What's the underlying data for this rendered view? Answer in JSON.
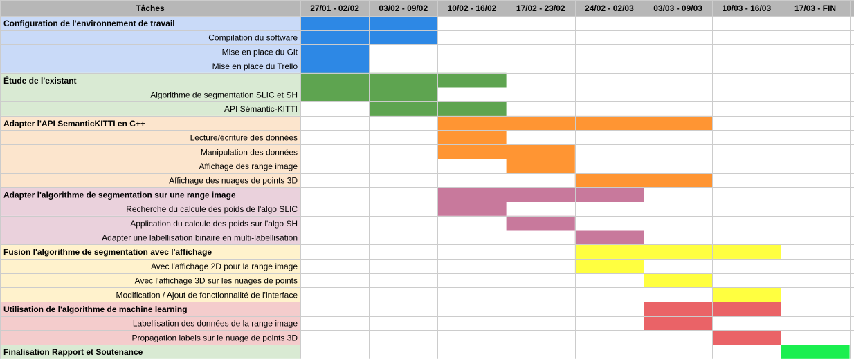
{
  "chart_data": {
    "type": "gantt",
    "task_column_header": "Tâches",
    "periods": [
      "27/01 - 02/02",
      "03/02 - 09/02",
      "10/02 - 16/02",
      "17/02 - 23/02",
      "24/02 - 02/03",
      "03/03 - 09/03",
      "10/03 - 16/03",
      "17/03 - FIN"
    ],
    "groups": [
      {
        "name": "Configuration de l'environnement de travail",
        "row_color": "#c9daf8",
        "bar_color": "#2d88e5",
        "span": [
          0,
          1
        ],
        "tasks": [
          {
            "name": "Compilation du software",
            "span": [
              0,
              1
            ]
          },
          {
            "name": "Mise en place du Git",
            "span": [
              0,
              0
            ]
          },
          {
            "name": "Mise en place du Trello",
            "span": [
              0,
              0
            ]
          }
        ]
      },
      {
        "name": "Étude de l'existant",
        "row_color": "#d9ead3",
        "bar_color": "#5ea450",
        "span": [
          0,
          2
        ],
        "tasks": [
          {
            "name": "Algorithme de segmentation SLIC et SH",
            "span": [
              0,
              1
            ]
          },
          {
            "name": "API  Sémantic-KITTI",
            "span": [
              1,
              2
            ]
          }
        ]
      },
      {
        "name": "Adapter l'API SemanticKITTI en C++",
        "row_color": "#fce5cd",
        "bar_color": "#ff9533",
        "span": [
          2,
          5
        ],
        "tasks": [
          {
            "name": "Lecture/écriture des données",
            "span": [
              2,
              2
            ]
          },
          {
            "name": "Manipulation des données",
            "span": [
              2,
              3
            ]
          },
          {
            "name": "Affichage des range image",
            "span": [
              3,
              3
            ]
          },
          {
            "name": "Affichage des nuages de points 3D",
            "span": [
              4,
              5
            ]
          }
        ]
      },
      {
        "name": "Adapter l'algorithme de segmentation sur une range image",
        "row_color": "#ead1dc",
        "bar_color": "#c8799c",
        "span": [
          2,
          4
        ],
        "tasks": [
          {
            "name": "Recherche du calcule des poids de l'algo SLIC",
            "span": [
              2,
              2
            ]
          },
          {
            "name": "Application du calcule des poids sur l'algo SH",
            "span": [
              3,
              3
            ]
          },
          {
            "name": "Adapter une labellisation binaire en multi-labellisation",
            "span": [
              4,
              4
            ]
          }
        ]
      },
      {
        "name": "Fusion l'algorithme de segmentation avec l'affichage",
        "row_color": "#fff2cc",
        "bar_color": "#ffff40",
        "span": [
          4,
          6
        ],
        "tasks": [
          {
            "name": "Avec l'affichage 2D pour la range image",
            "span": [
              4,
              4
            ]
          },
          {
            "name": "Avec l'affichage 3D sur les nuages de points",
            "span": [
              5,
              5
            ]
          },
          {
            "name": "Modification / Ajout de fonctionnalité de l'interface",
            "span": [
              6,
              6
            ]
          }
        ]
      },
      {
        "name": "Utilisation de l'algorithme de machine learning",
        "row_color": "#f4cccc",
        "bar_color": "#ea6367",
        "span": [
          5,
          6
        ],
        "tasks": [
          {
            "name": "Labellisation des données de la range image",
            "span": [
              5,
              5
            ]
          },
          {
            "name": "Propagation labels sur le nuage de points 3D",
            "span": [
              6,
              6
            ]
          }
        ]
      },
      {
        "name": "Finalisation Rapport et Soutenance",
        "row_color": "#d9ead3",
        "bar_color": "#1aef4f",
        "span": [
          7,
          7
        ],
        "tasks": []
      }
    ]
  }
}
